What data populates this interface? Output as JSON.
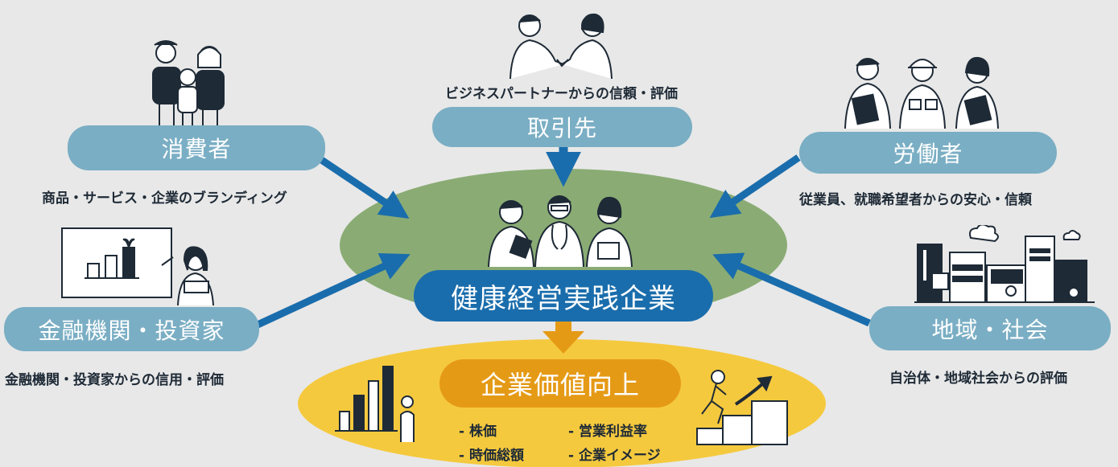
{
  "center": {
    "label": "健康経営実践企業"
  },
  "outcome": {
    "label": "企業価値向上",
    "metrics": [
      "- 株価",
      "- 営業利益率",
      "- 時価総額",
      "- 企業イメージ"
    ]
  },
  "stakeholders": {
    "consumer": {
      "label": "消費者",
      "caption": "商品・サービス・企業のブランディング"
    },
    "partner": {
      "label": "取引先",
      "caption": "ビジネスパートナーからの信頼・評価"
    },
    "worker": {
      "label": "労働者",
      "caption": "従業員、就職希望者からの安心・信頼"
    },
    "finance": {
      "label": "金融機関・投資家",
      "caption": "金融機関・投資家からの信用・評価"
    },
    "community": {
      "label": "地域・社会",
      "caption": "自治体・地域社会からの評価"
    }
  },
  "colors": {
    "background": "#e8e8e8",
    "green_ellipse": "#8aac74",
    "yellow_ellipse": "#f5c93e",
    "stakeholder_pill": "#7aaec4",
    "center_pill": "#1a6dac",
    "outcome_pill": "#e59a16",
    "arrow_blue": "#1a6dac",
    "arrow_gold": "#e59a16"
  },
  "icons": [
    "family-icon",
    "handshake-icon",
    "workers-icon",
    "presentation-chart-icon",
    "city-buildings-icon",
    "medical-staff-icon",
    "growth-bars-icon",
    "stairs-progress-icon"
  ]
}
